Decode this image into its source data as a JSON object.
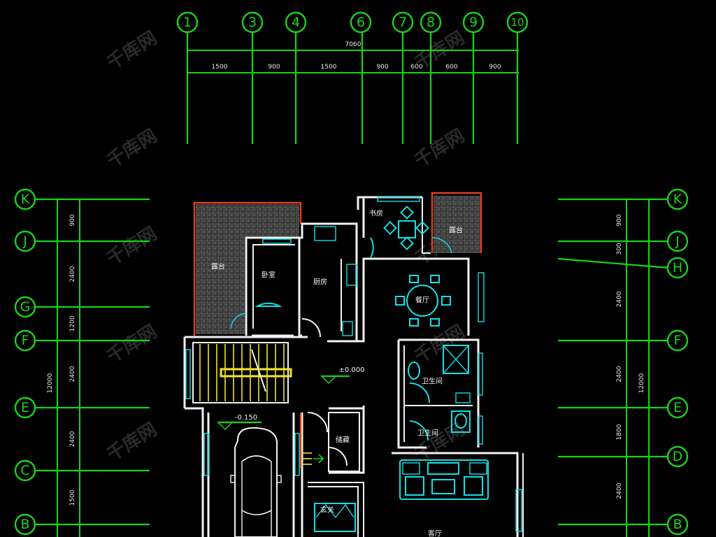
{
  "drawing": {
    "background": "#000000",
    "colors": {
      "axis": "#19d219",
      "wall": "#f2f2f2",
      "furniture": "#10e0e6",
      "terrace_border": "#e0401d",
      "stairs": "#f0e630",
      "dimension_text": "#eaeaea"
    }
  },
  "axes": {
    "columns": [
      "1",
      "3",
      "4",
      "6",
      "7",
      "8",
      "9",
      "10"
    ],
    "rows_left": [
      "K",
      "J",
      "G",
      "F",
      "E",
      "C",
      "B"
    ],
    "rows_right": [
      "K",
      "J",
      "H",
      "F",
      "E",
      "D",
      "B"
    ]
  },
  "dimensions": {
    "top_total": "7060",
    "top_segments": [
      "1500",
      "900",
      "1500",
      "900",
      "600",
      "600",
      "900"
    ],
    "left_segments": [
      "900",
      "2400",
      "1200",
      "2400",
      "2400",
      "1500"
    ],
    "left_total": "12000",
    "right_segments": [
      "900",
      "300",
      "2400",
      "2400",
      "1800",
      "2400"
    ],
    "right_total": "12000"
  },
  "rooms": {
    "terrace_left": "露台",
    "bedroom_small": "卧室",
    "kitchen": "厨房",
    "study": "书房",
    "terrace_right": "露台",
    "dining": "餐厅",
    "bathroom_1": "卫生间",
    "bathroom_2": "卫生间",
    "storage": "储藏",
    "entry": "玄关",
    "living": "客厅"
  },
  "levels": {
    "hall": "±0.000",
    "garage": "-0.150"
  },
  "watermark": "千库网"
}
